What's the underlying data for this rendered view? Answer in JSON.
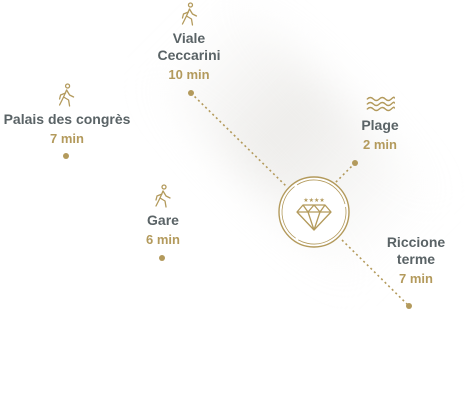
{
  "colors": {
    "gold": "#b39a5c",
    "text": "#5a6366"
  },
  "hub": {
    "icon": "diamond-logo-icon",
    "stars": "★★★★"
  },
  "locations": [
    {
      "key": "viale",
      "name_lines": [
        "Viale",
        "Ceccarini"
      ],
      "time": "10 min",
      "icon": "walking-person-icon"
    },
    {
      "key": "palais",
      "name_lines": [
        "Palais des congrès"
      ],
      "time": "7 min",
      "icon": "walking-person-icon"
    },
    {
      "key": "plage",
      "name_lines": [
        "Plage"
      ],
      "time": "2 min",
      "icon": "waves-icon"
    },
    {
      "key": "gare",
      "name_lines": [
        "Gare"
      ],
      "time": "6 min",
      "icon": "walking-person-icon"
    },
    {
      "key": "riccione",
      "name_lines": [
        "Riccione",
        "terme"
      ],
      "time": "7 min",
      "icon": "none"
    }
  ]
}
